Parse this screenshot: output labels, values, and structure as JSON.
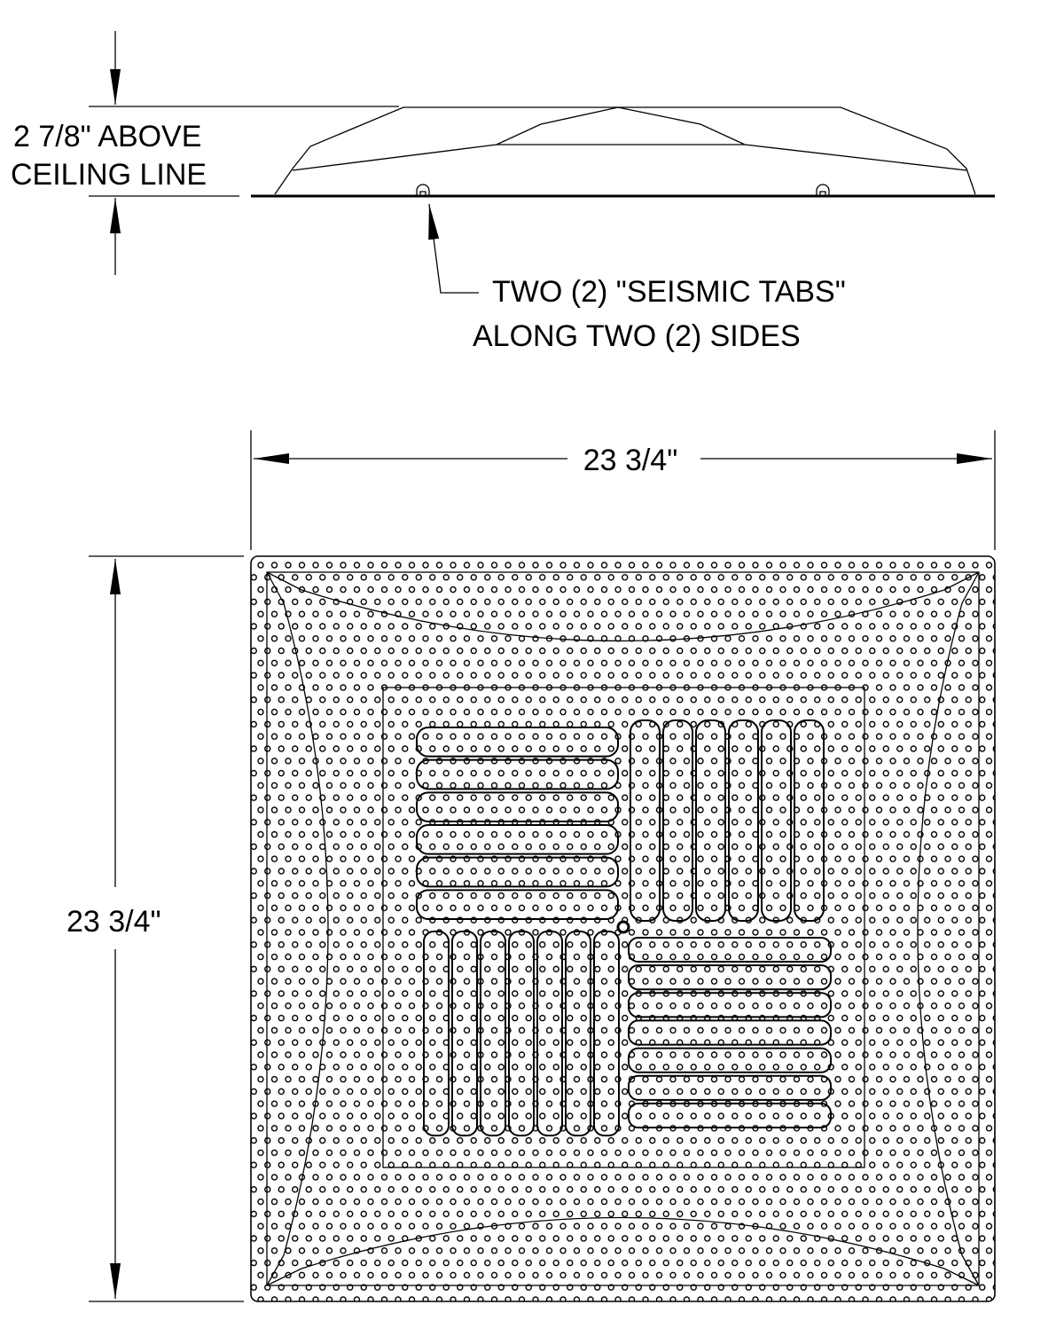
{
  "side_view": {
    "height_label_line1": "2 7/8\" ABOVE",
    "height_label_line2": "CEILING LINE",
    "callout_line1": "TWO (2) \"SEISMIC TABS\"",
    "callout_line2": "ALONG TWO (2) SIDES"
  },
  "plan_view": {
    "width_label": "23 3/4\"",
    "height_label": "23 3/4\""
  }
}
